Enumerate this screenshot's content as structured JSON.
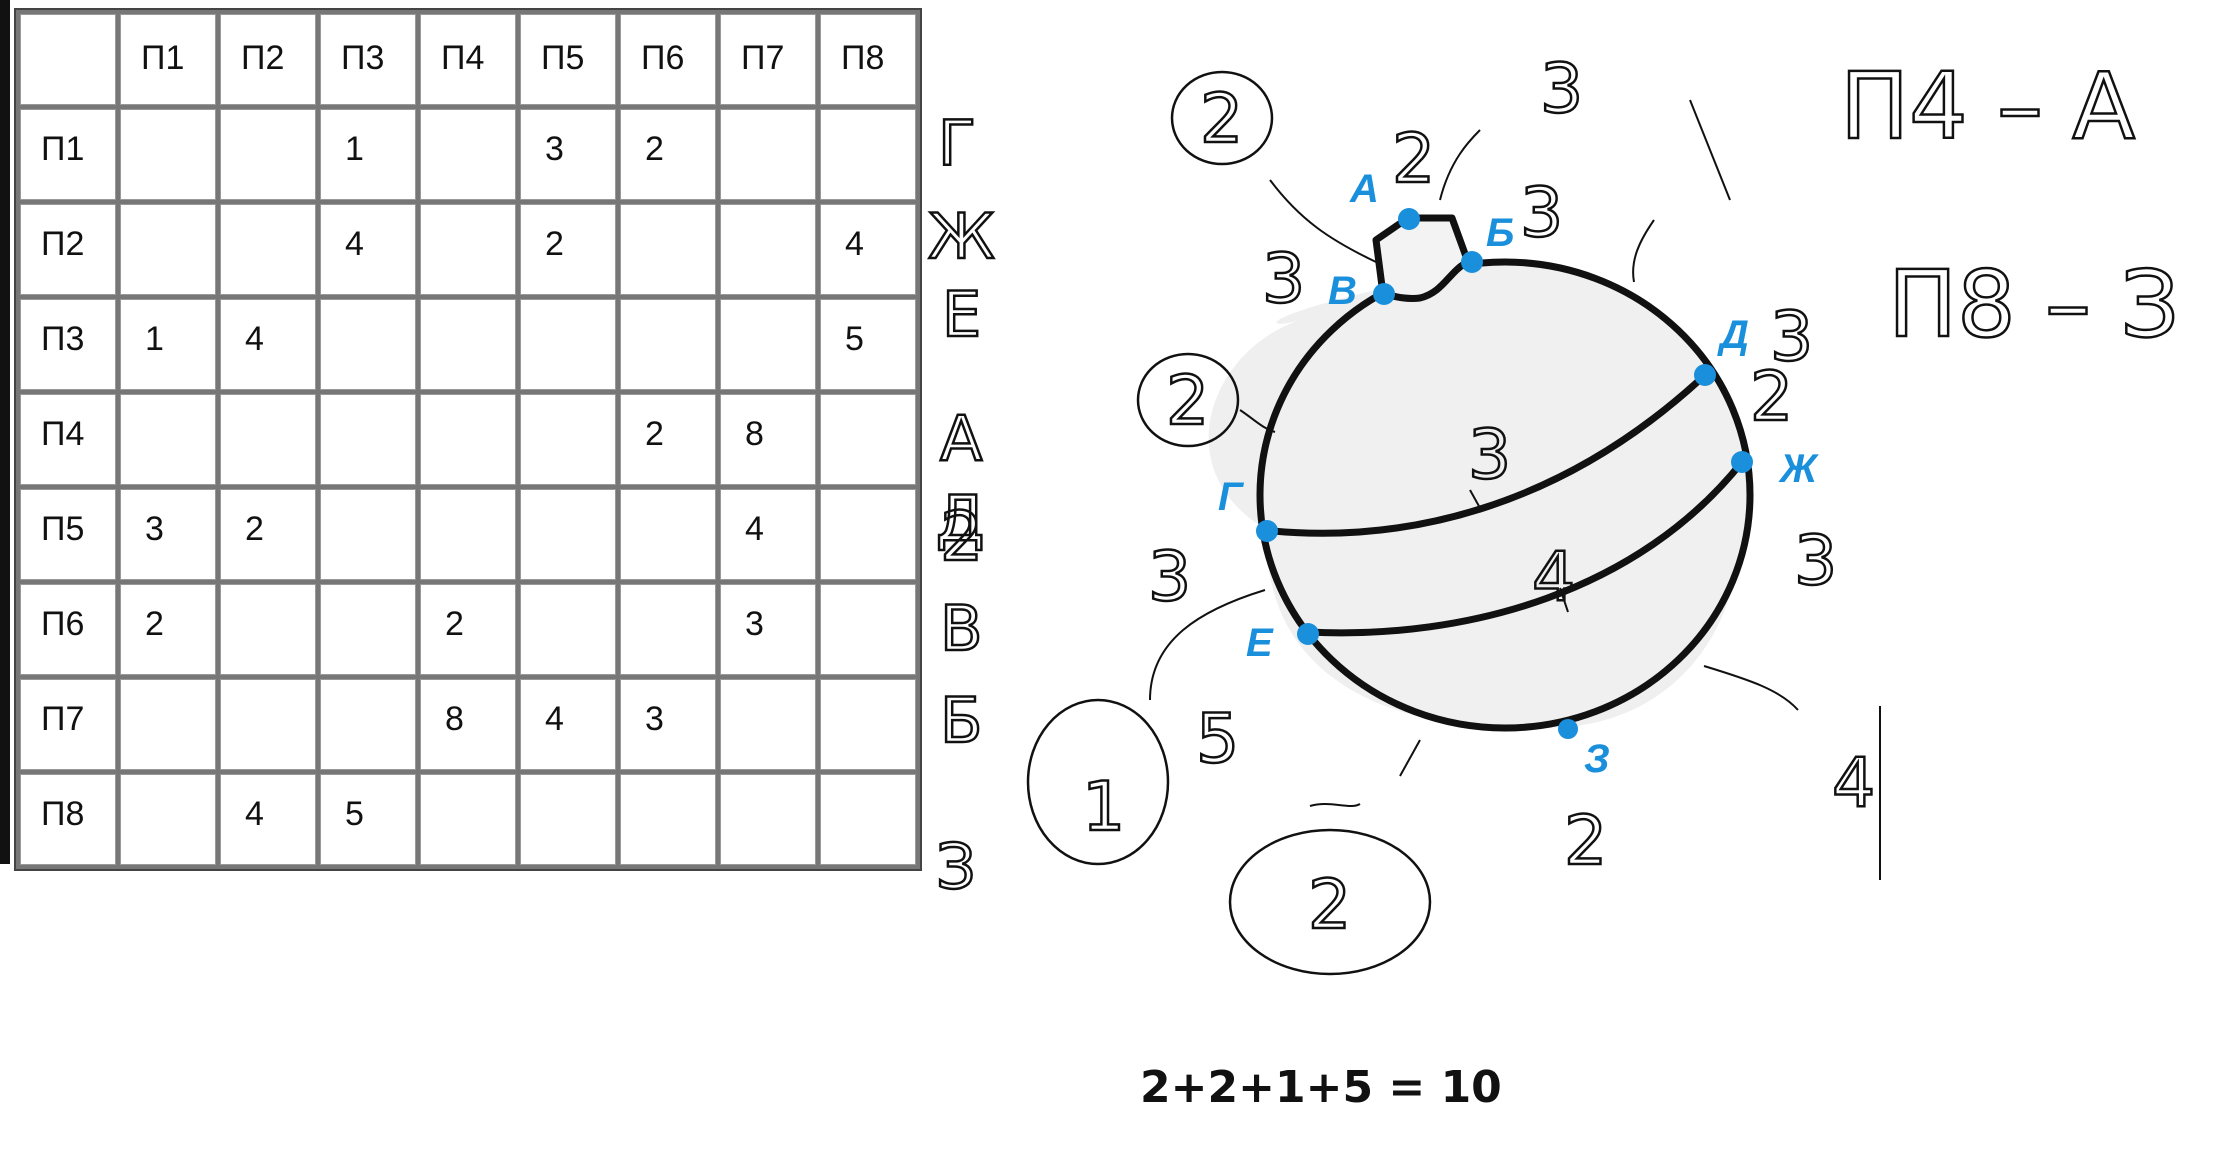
{
  "table": {
    "headers": [
      "",
      "П1",
      "П2",
      "П3",
      "П4",
      "П5",
      "П6",
      "П7",
      "П8"
    ],
    "rows": [
      {
        "label": "П1",
        "cells": [
          "",
          "",
          "1",
          "",
          "3",
          "2",
          "",
          ""
        ]
      },
      {
        "label": "П2",
        "cells": [
          "",
          "",
          "4",
          "",
          "2",
          "",
          "",
          "4"
        ]
      },
      {
        "label": "П3",
        "cells": [
          "1",
          "4",
          "",
          "",
          "",
          "",
          "",
          "5"
        ]
      },
      {
        "label": "П4",
        "cells": [
          "",
          "",
          "",
          "",
          "",
          "2",
          "8",
          ""
        ]
      },
      {
        "label": "П5",
        "cells": [
          "3",
          "2",
          "",
          "",
          "",
          "",
          "4",
          ""
        ]
      },
      {
        "label": "П6",
        "cells": [
          "2",
          "",
          "",
          "2",
          "",
          "",
          "3",
          ""
        ]
      },
      {
        "label": "П7",
        "cells": [
          "",
          "",
          "",
          "8",
          "4",
          "3",
          "",
          ""
        ]
      },
      {
        "label": "П8",
        "cells": [
          "",
          "4",
          "5",
          "",
          "",
          "",
          "",
          ""
        ]
      }
    ]
  },
  "diagram": {
    "points": {
      "a": "А",
      "b": "Б",
      "v": "В",
      "d": "Д",
      "g": "Г",
      "zh": "Ж",
      "e": "Е",
      "z": "З"
    },
    "point_color": "#1a8fdc"
  },
  "handwriting": {
    "col_letters": [
      "Г",
      "Ж",
      "Е",
      "А",
      "Д",
      "В",
      "Б",
      "З"
    ],
    "edge_numbers": [
      "2",
      "3",
      "3",
      "3",
      "2",
      "2",
      "3",
      "3",
      "4",
      "3",
      "3",
      "1",
      "5",
      "2",
      "4",
      "2",
      "2",
      "2"
    ],
    "answers": [
      "П4 – А",
      "П8 – З"
    ]
  },
  "formula": "2+2+1+5 = 10"
}
